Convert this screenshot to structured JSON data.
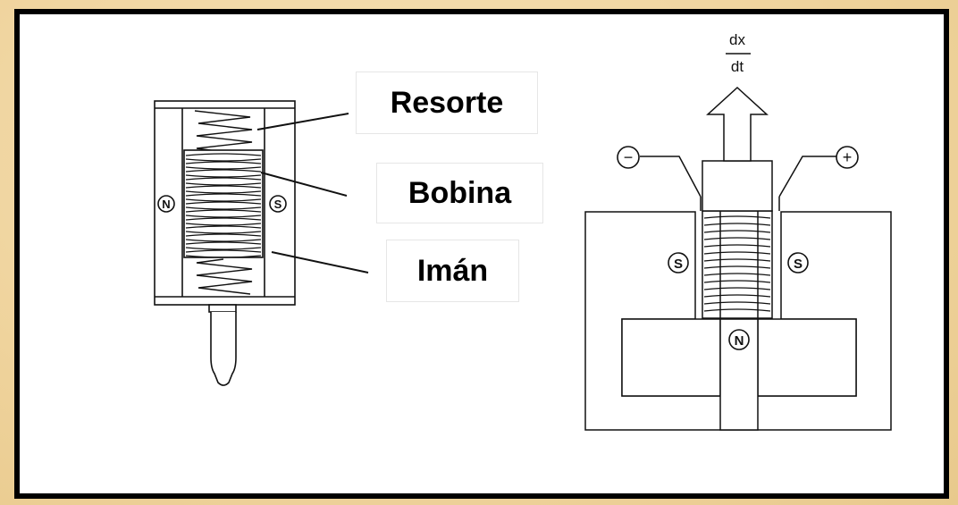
{
  "labels": {
    "resorte": "Resorte",
    "bobina": "Bobina",
    "iman": "Imán"
  },
  "left_device": {
    "north_pole": "N",
    "south_pole": "S"
  },
  "right_device": {
    "velocity_numerator": "dx",
    "velocity_denominator": "dt",
    "minus_terminal": "−",
    "plus_terminal": "+",
    "south_left": "S",
    "south_right": "S",
    "north_center": "N"
  }
}
